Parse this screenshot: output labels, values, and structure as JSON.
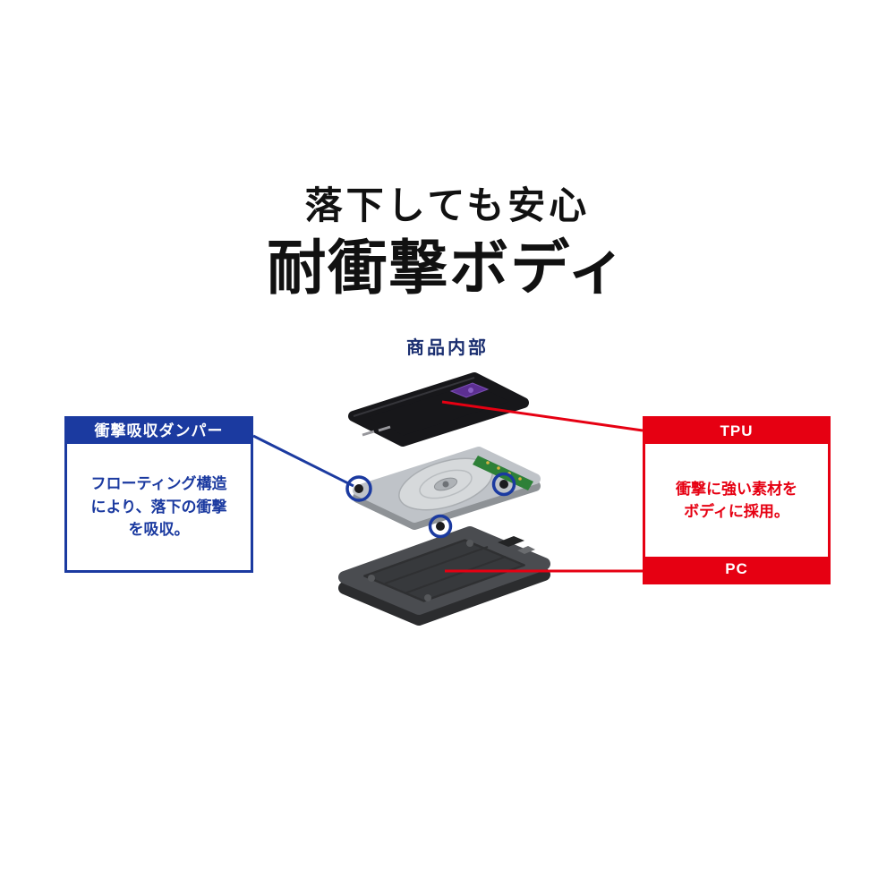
{
  "title": {
    "line1": "落下しても安心",
    "line2": "耐衝撃ボディ"
  },
  "diagram": {
    "label": "商品内部"
  },
  "callout_left": {
    "header": "衝撃吸収ダンパー",
    "body": "フローティング構造\nにより、落下の衝撃\nを吸収。"
  },
  "callout_right": {
    "header": "TPU",
    "body": "衝撃に強い素材を\nボディに採用。",
    "footer": "PC"
  },
  "colors": {
    "accent_blue": "#1b3aa0",
    "accent_red": "#e60012",
    "title_text": "#111111",
    "label_navy": "#1b2f70"
  }
}
